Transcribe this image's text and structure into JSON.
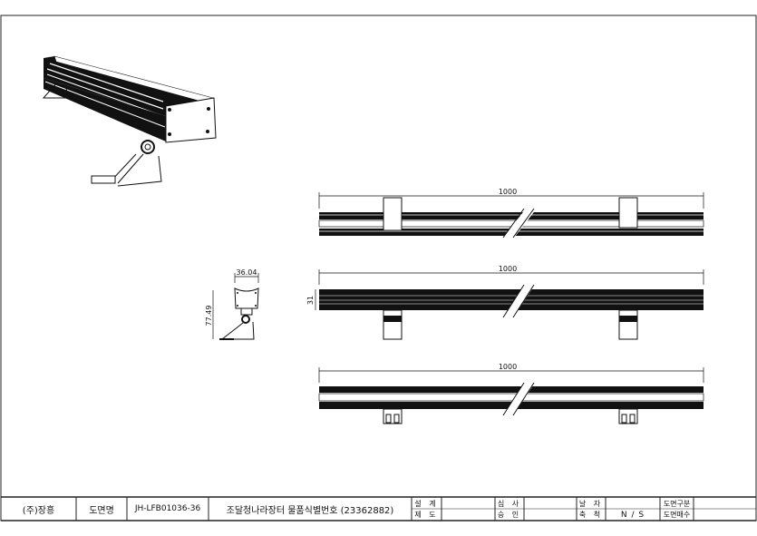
{
  "title_block": {
    "company": "(주)장흥",
    "drawing_name_label": "도면명",
    "drawing_number": "JH-LFB01036-36",
    "description": "조달청나라장터 물품식별번호 (23362882)",
    "design_label": "설 계",
    "drafting_label": "제 도",
    "review_label": "심 사",
    "approval_label": "승 인",
    "date_label": "날 자",
    "scale_label": "축 척",
    "scale_value": "N / S",
    "drawing_type_label": "도면구분",
    "drawing_count_label": "도면매수"
  },
  "dimensions": {
    "length_top": "1000",
    "length_mid": "1000",
    "length_bottom": "1000",
    "side_width": "36.04",
    "side_height": "77.49",
    "bar_height": "31"
  }
}
